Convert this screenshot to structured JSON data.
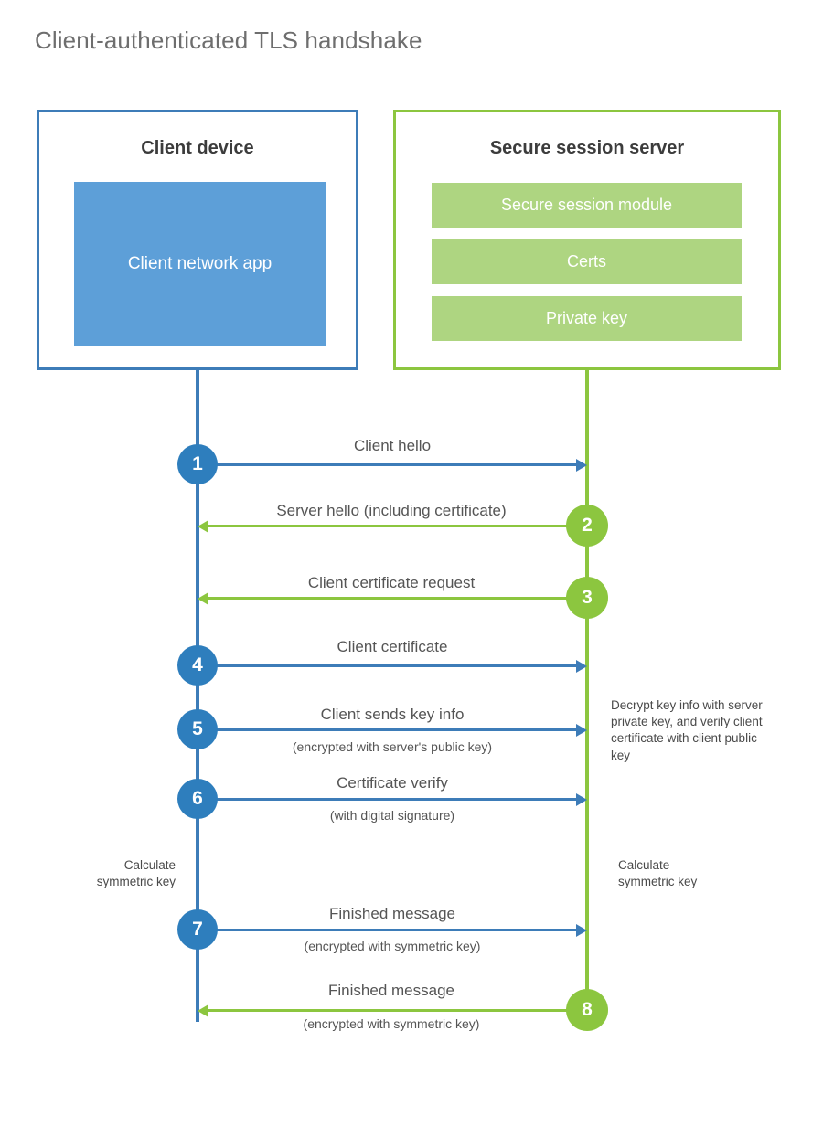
{
  "title": "Client-authenticated TLS handshake",
  "colors": {
    "client_blue": "#3d7cb8",
    "client_app_blue": "#5d9fd8",
    "step_blue": "#2e7ebd",
    "server_green": "#8cc63f",
    "server_bar_green": "#aed581",
    "text_gray": "#555555",
    "title_gray": "#6e6e6e"
  },
  "client": {
    "title": "Client device",
    "app_label": "Client network app"
  },
  "server": {
    "title": "Secure session server",
    "components": [
      "Secure session module",
      "Certs",
      "Private key"
    ]
  },
  "steps": [
    {
      "number": "1",
      "label": "Client hello",
      "sub": "",
      "direction": "client-to-server",
      "color": "blue"
    },
    {
      "number": "2",
      "label": "Server hello (including certificate)",
      "sub": "",
      "direction": "server-to-client",
      "color": "green"
    },
    {
      "number": "3",
      "label": "Client certificate request",
      "sub": "",
      "direction": "server-to-client",
      "color": "green"
    },
    {
      "number": "4",
      "label": "Client certificate",
      "sub": "",
      "direction": "client-to-server",
      "color": "blue"
    },
    {
      "number": "5",
      "label": "Client sends key info",
      "sub": "(encrypted with server's public key)",
      "direction": "client-to-server",
      "color": "blue"
    },
    {
      "number": "6",
      "label": "Certificate verify",
      "sub": "(with digital signature)",
      "direction": "client-to-server",
      "color": "blue"
    },
    {
      "number": "7",
      "label": "Finished message",
      "sub": "(encrypted with symmetric key)",
      "direction": "client-to-server",
      "color": "blue"
    },
    {
      "number": "8",
      "label": "Finished message",
      "sub": "(encrypted with symmetric key)",
      "direction": "server-to-client",
      "color": "green"
    }
  ],
  "notes": {
    "server_decrypt": "Decrypt key info with server private key, and verify client certificate with client public key",
    "client_calculate_line1": "Calculate",
    "client_calculate_line2": "symmetric key",
    "server_calculate_line1": "Calculate",
    "server_calculate_line2": "symmetric key"
  }
}
